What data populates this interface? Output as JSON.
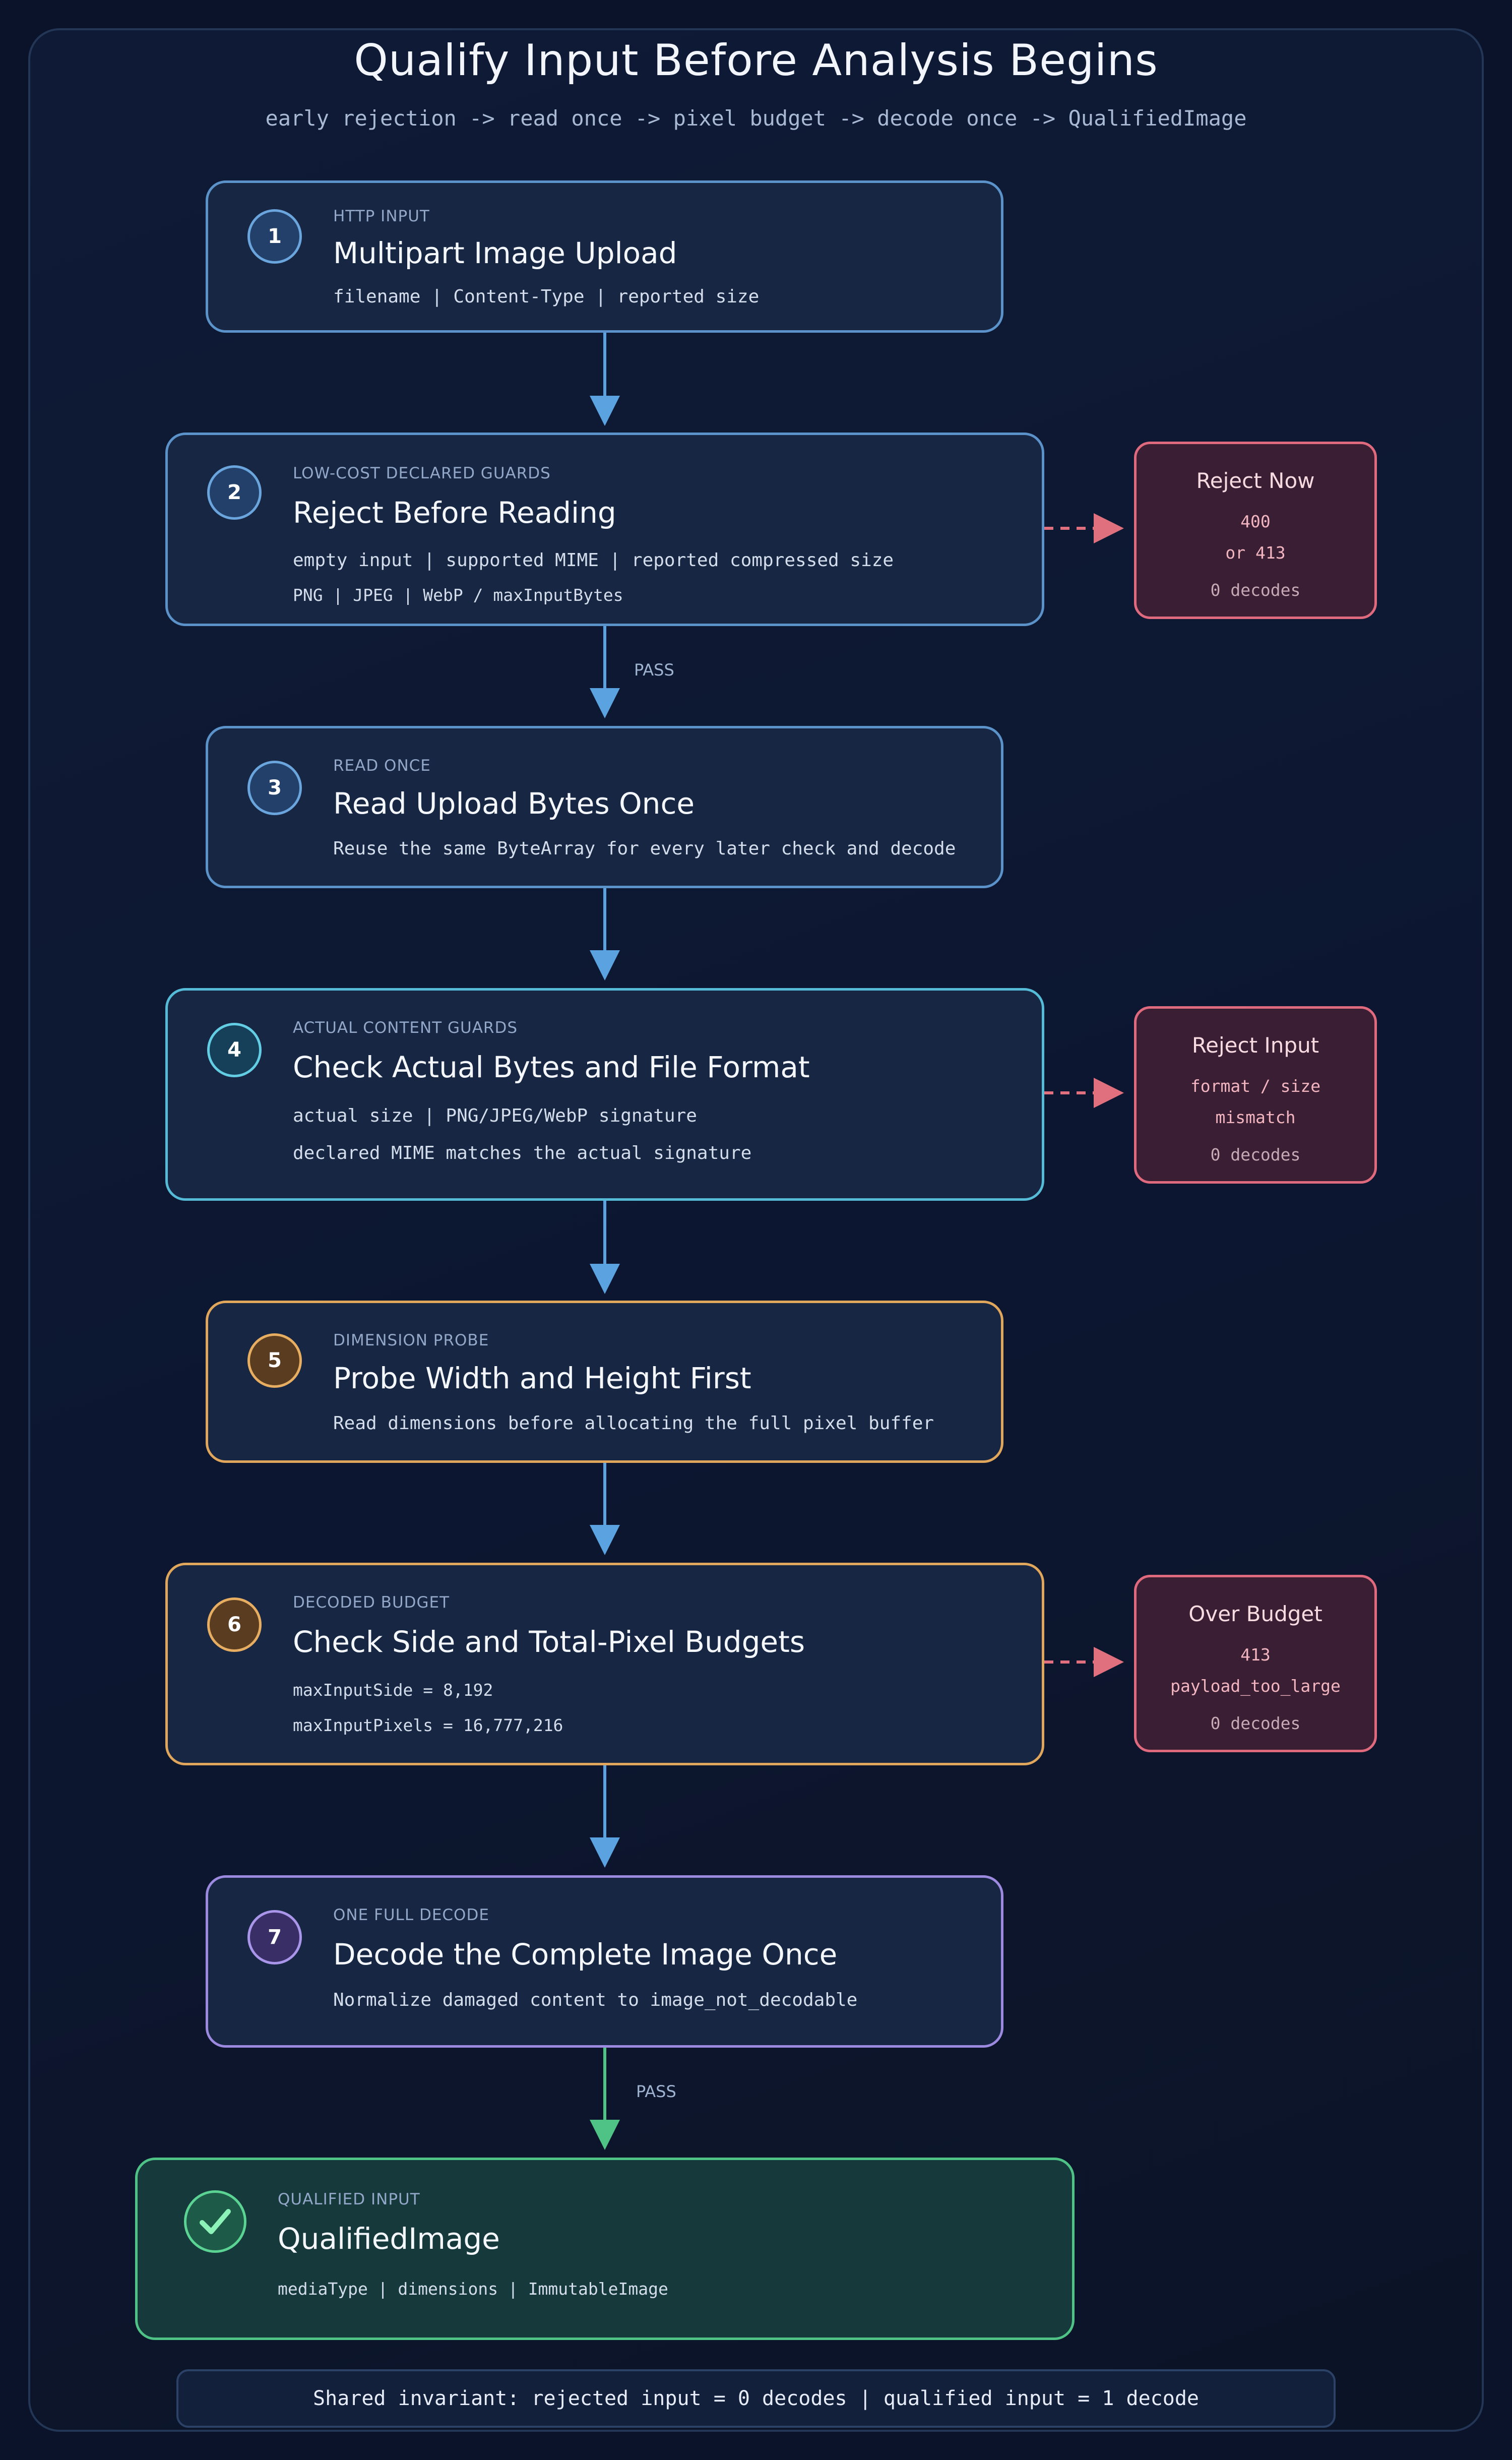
{
  "header": {
    "title": "Qualify Input Before Analysis Begins",
    "subtitle": "early rejection -> read once -> pixel budget -> decode once -> QualifiedImage"
  },
  "steps": [
    {
      "number": "1",
      "eyebrow": "HTTP INPUT",
      "title": "Multipart Image Upload",
      "lines": [
        "filename | Content-Type | reported size"
      ]
    },
    {
      "number": "2",
      "eyebrow": "LOW-COST DECLARED GUARDS",
      "title": "Reject Before Reading",
      "lines": [
        "empty input | supported MIME | reported compressed size",
        "PNG | JPEG | WebP / maxInputBytes"
      ]
    },
    {
      "number": "3",
      "eyebrow": "READ ONCE",
      "title": "Read Upload Bytes Once",
      "lines": [
        "Reuse the same ByteArray for every later check and decode"
      ]
    },
    {
      "number": "4",
      "eyebrow": "ACTUAL CONTENT GUARDS",
      "title": "Check Actual Bytes and File Format",
      "lines": [
        "actual size | PNG/JPEG/WebP signature",
        "declared MIME matches the actual signature"
      ]
    },
    {
      "number": "5",
      "eyebrow": "DIMENSION PROBE",
      "title": "Probe Width and Height First",
      "lines": [
        "Read dimensions before allocating the full pixel buffer"
      ]
    },
    {
      "number": "6",
      "eyebrow": "DECODED BUDGET",
      "title": "Check Side and Total-Pixel Budgets",
      "lines": [
        "maxInputSide = 8,192",
        "maxInputPixels = 16,777,216"
      ]
    },
    {
      "number": "7",
      "eyebrow": "ONE FULL DECODE",
      "title": "Decode the Complete Image Once",
      "lines": [
        "Normalize damaged content to image_not_decodable"
      ]
    }
  ],
  "result": {
    "icon": "check-icon",
    "eyebrow": "QUALIFIED INPUT",
    "title": "QualifiedImage",
    "line": "mediaType | dimensions | ImmutableImage"
  },
  "rejections": [
    {
      "title": "Reject Now",
      "lines": [
        "400",
        "or 413"
      ],
      "decodes": "0 decodes"
    },
    {
      "title": "Reject Input",
      "lines": [
        "format / size",
        "mismatch"
      ],
      "decodes": "0 decodes"
    },
    {
      "title": "Over Budget",
      "lines": [
        "413",
        "payload_too_large"
      ],
      "decodes": "0 decodes"
    }
  ],
  "pass_labels": {
    "after_step_2": "PASS",
    "after_step_7": "PASS"
  },
  "footer": "Shared invariant: rejected input = 0 decodes | qualified input = 1 decode",
  "colors": {
    "background": "#0a1329",
    "flow_arrow": "#5aa2e0",
    "reject_arrow": "#e0707e",
    "pass_arrow": "#4fc286",
    "blue": "#5a92c9",
    "cyan": "#55bbd6",
    "orange": "#e0a65b",
    "purple": "#9b8ae0",
    "green": "#4fc286",
    "reject": "#e06a7d"
  }
}
